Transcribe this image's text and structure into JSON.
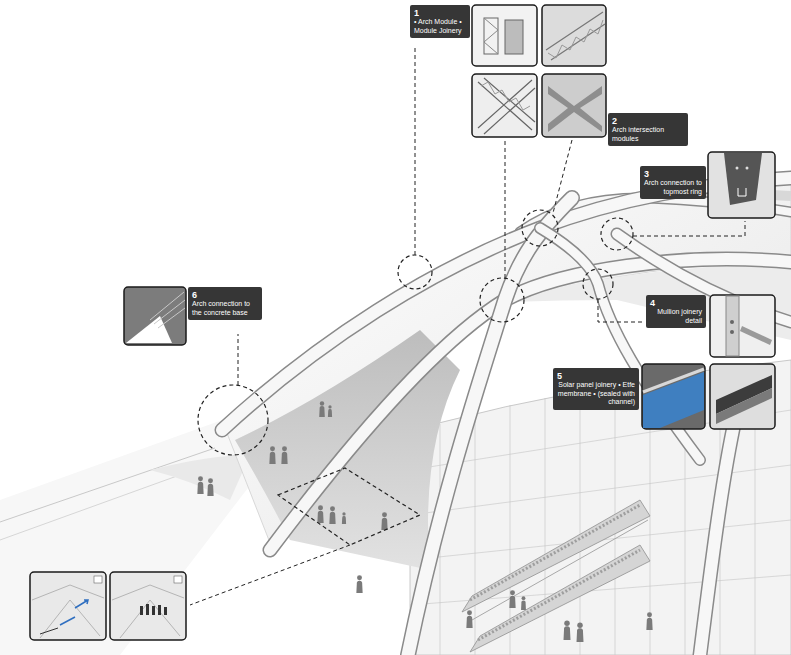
{
  "diagram": {
    "nodes": [
      {
        "text": [
          "1",
          "• Arch Module • Module Joinery"
        ]
      },
      {
        "text": [
          "2",
          "Arch intersection modules"
        ]
      },
      {
        "text": [
          "3",
          "Arch connection to topmost ring"
        ]
      },
      {
        "text": [
          "4",
          "Mullion joinery detail"
        ]
      },
      {
        "text": [
          "5",
          "Solar panel joinery • Etfe membrane • (sealed with channel)"
        ]
      },
      {
        "text": [
          "6",
          "Arch connection to the concrete base"
        ]
      }
    ]
  }
}
